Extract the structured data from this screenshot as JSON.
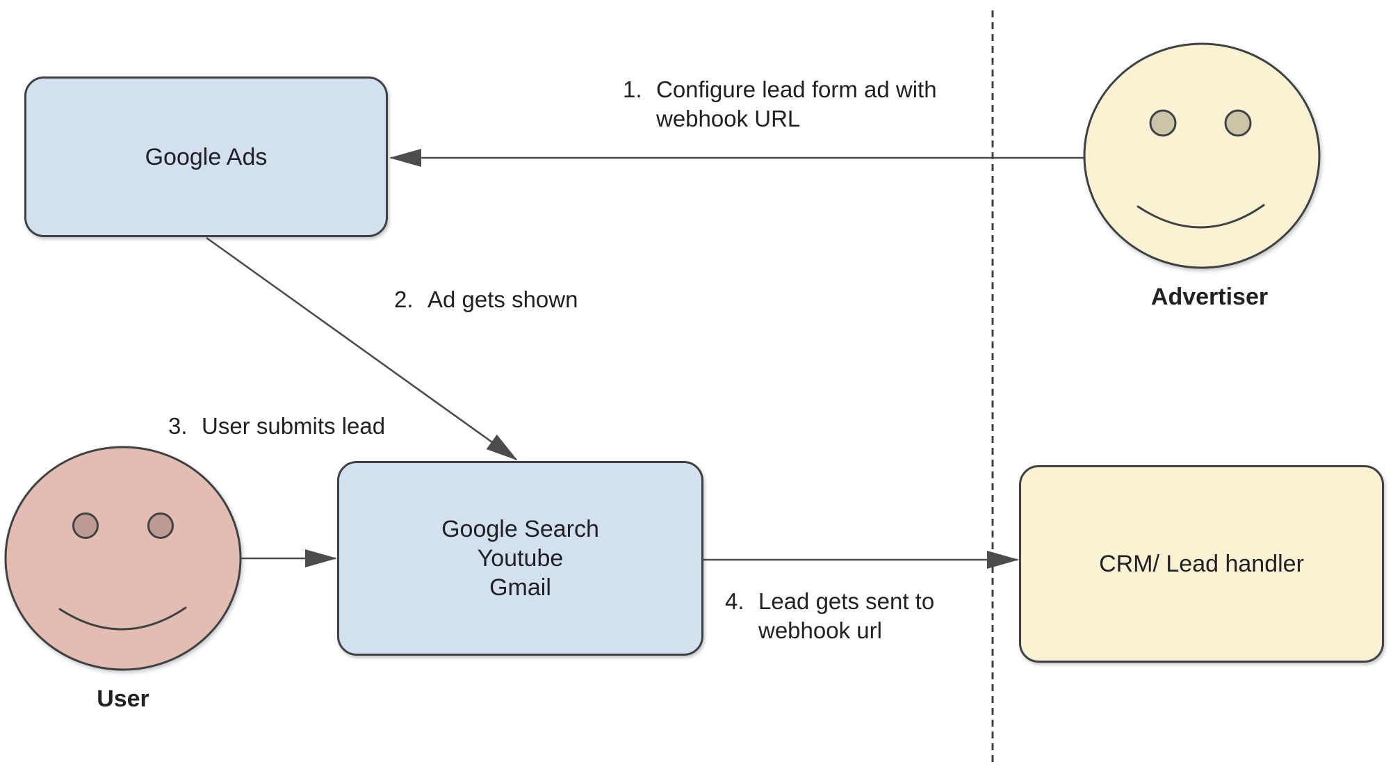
{
  "diagram": {
    "type": "flow-diagram",
    "nodes": {
      "google_ads": {
        "label": "Google Ads"
      },
      "channels": {
        "line1": "Google Search",
        "line2": "Youtube",
        "line3": "Gmail"
      },
      "crm": {
        "label": "CRM/ Lead handler"
      }
    },
    "actors": {
      "advertiser": {
        "label": "Advertiser"
      },
      "user": {
        "label": "User"
      }
    },
    "steps": {
      "s1": {
        "num": "1.",
        "line1": "Configure lead form ad with",
        "line2": "webhook URL"
      },
      "s2": {
        "num": "2.",
        "line1": "Ad gets shown"
      },
      "s3": {
        "num": "3.",
        "line1": "User submits lead"
      },
      "s4": {
        "num": "4.",
        "line1": "Lead gets sent to",
        "line2": "webhook url"
      }
    },
    "arrows": [
      {
        "from": "advertiser",
        "to": "google_ads",
        "step": "1"
      },
      {
        "from": "google_ads",
        "to": "channels",
        "step": "2"
      },
      {
        "from": "user",
        "to": "channels",
        "step": "3"
      },
      {
        "from": "channels",
        "to": "crm",
        "step": "4"
      }
    ],
    "colors": {
      "node_blue_fill": "#d3e0f0",
      "node_yellow_fill": "#faf2d2",
      "face_advertiser_fill": "#faf2d2",
      "face_advertiser_eye": "#ccc4a8",
      "face_user_fill": "#e3bcb2",
      "face_user_eye": "#bd9a92",
      "stroke": "#3f4245",
      "text": "#202124"
    }
  }
}
